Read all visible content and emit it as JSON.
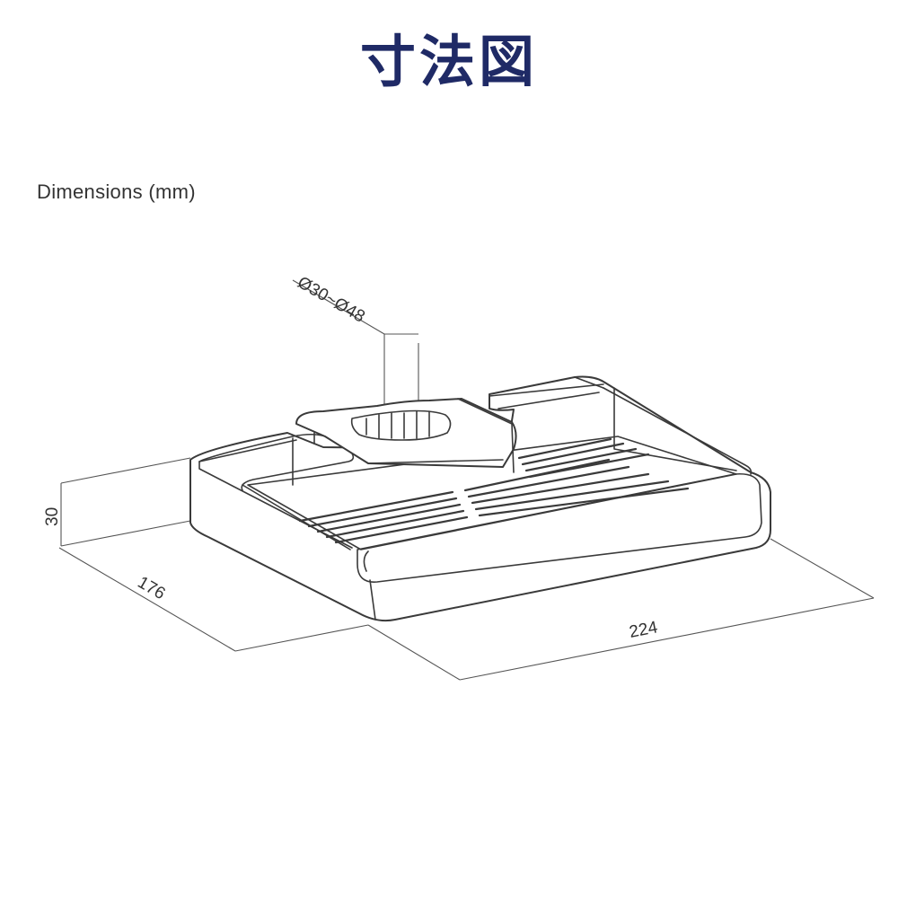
{
  "title": "寸法図",
  "subtitle": "Dimensions (mm)",
  "dimensions": {
    "height": "30",
    "depth": "176",
    "width": "224",
    "clamp_range": "Ø30~Ø48"
  }
}
